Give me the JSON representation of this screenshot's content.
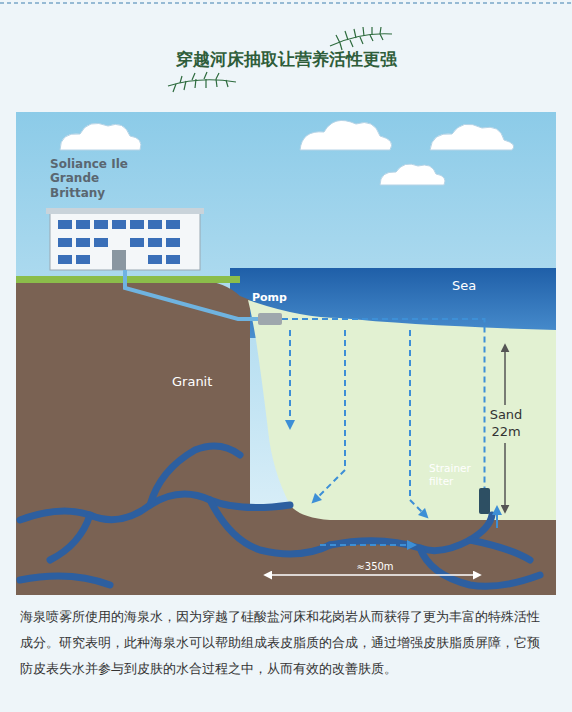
{
  "diagram": {
    "title": "穿越河床抽取让营养活性更强",
    "caption": "海泉喷雾所使用的海泉水，因为穿越了硅酸盐河床和花岗岩从而获得了更为丰富的特殊活性成分。研究表明，此种海泉水可以帮助组成表皮脂质的合成，通过增强皮肤脂质屏障，它预防皮表失水并参与到皮肤的水合过程之中，从而有效的改善肤质。",
    "nodes": [
      {
        "text": [
          "Soliance Ile Grande Brittany"
        ]
      },
      {
        "text": [
          "Pomp"
        ]
      },
      {
        "text": [
          "Strainer filter"
        ]
      }
    ],
    "edges": [
      {
        "from": 0,
        "to": 1,
        "arrow": "none"
      },
      {
        "from": 1,
        "to": 2,
        "arrow": "none"
      }
    ],
    "labels": [
      "Sea",
      "Granit",
      "Sand 22m",
      "≈350m"
    ]
  }
}
